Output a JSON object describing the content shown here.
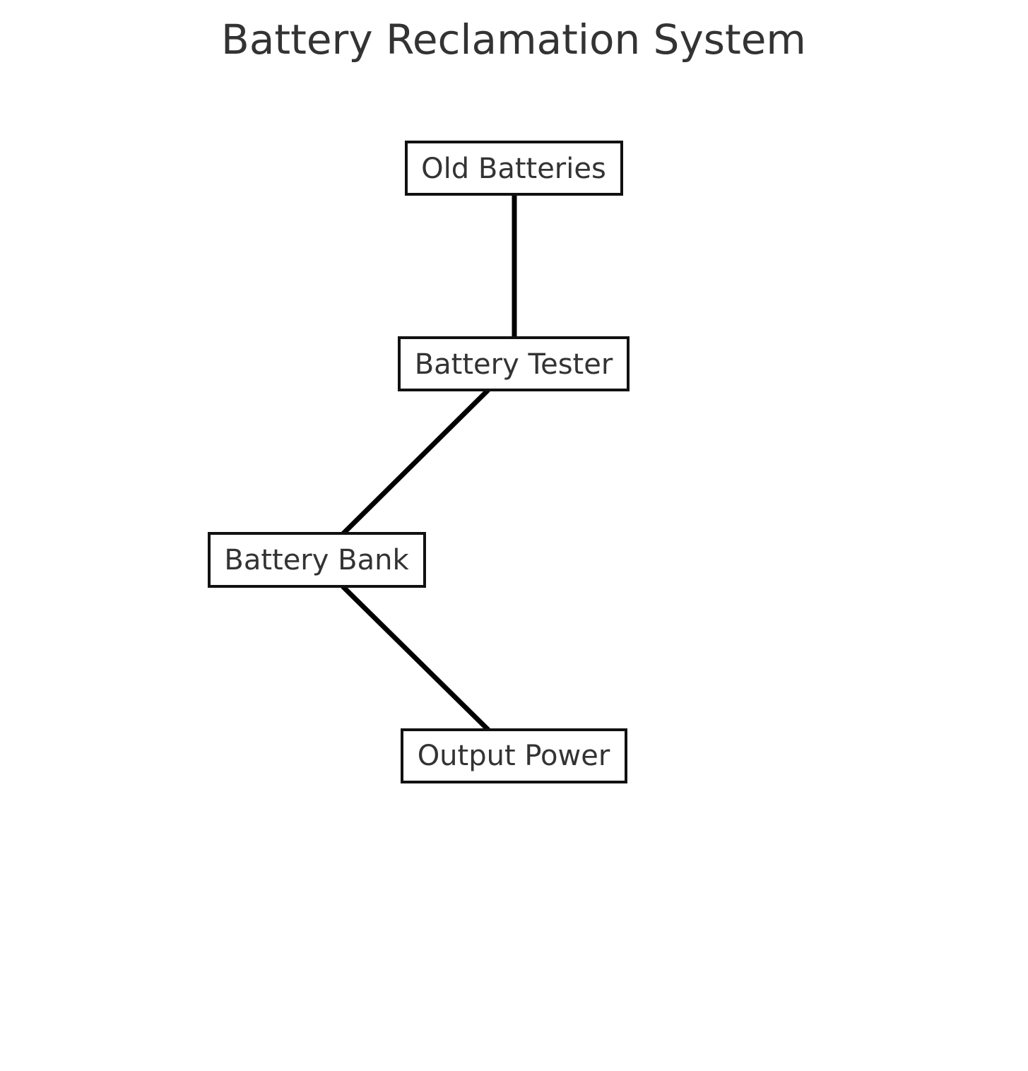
{
  "diagram": {
    "title": "Battery Reclamation System",
    "nodes": [
      {
        "id": "old",
        "label": "Old Batteries"
      },
      {
        "id": "tester",
        "label": "Battery Tester"
      },
      {
        "id": "bank",
        "label": "Battery Bank"
      },
      {
        "id": "output",
        "label": "Output Power"
      }
    ],
    "edges": [
      {
        "from": "old",
        "to": "tester"
      },
      {
        "from": "tester",
        "to": "bank"
      },
      {
        "from": "bank",
        "to": "output"
      }
    ],
    "colors": {
      "text": "#333333",
      "stroke": "#111111",
      "edge": "#000000",
      "background": "#ffffff"
    }
  }
}
